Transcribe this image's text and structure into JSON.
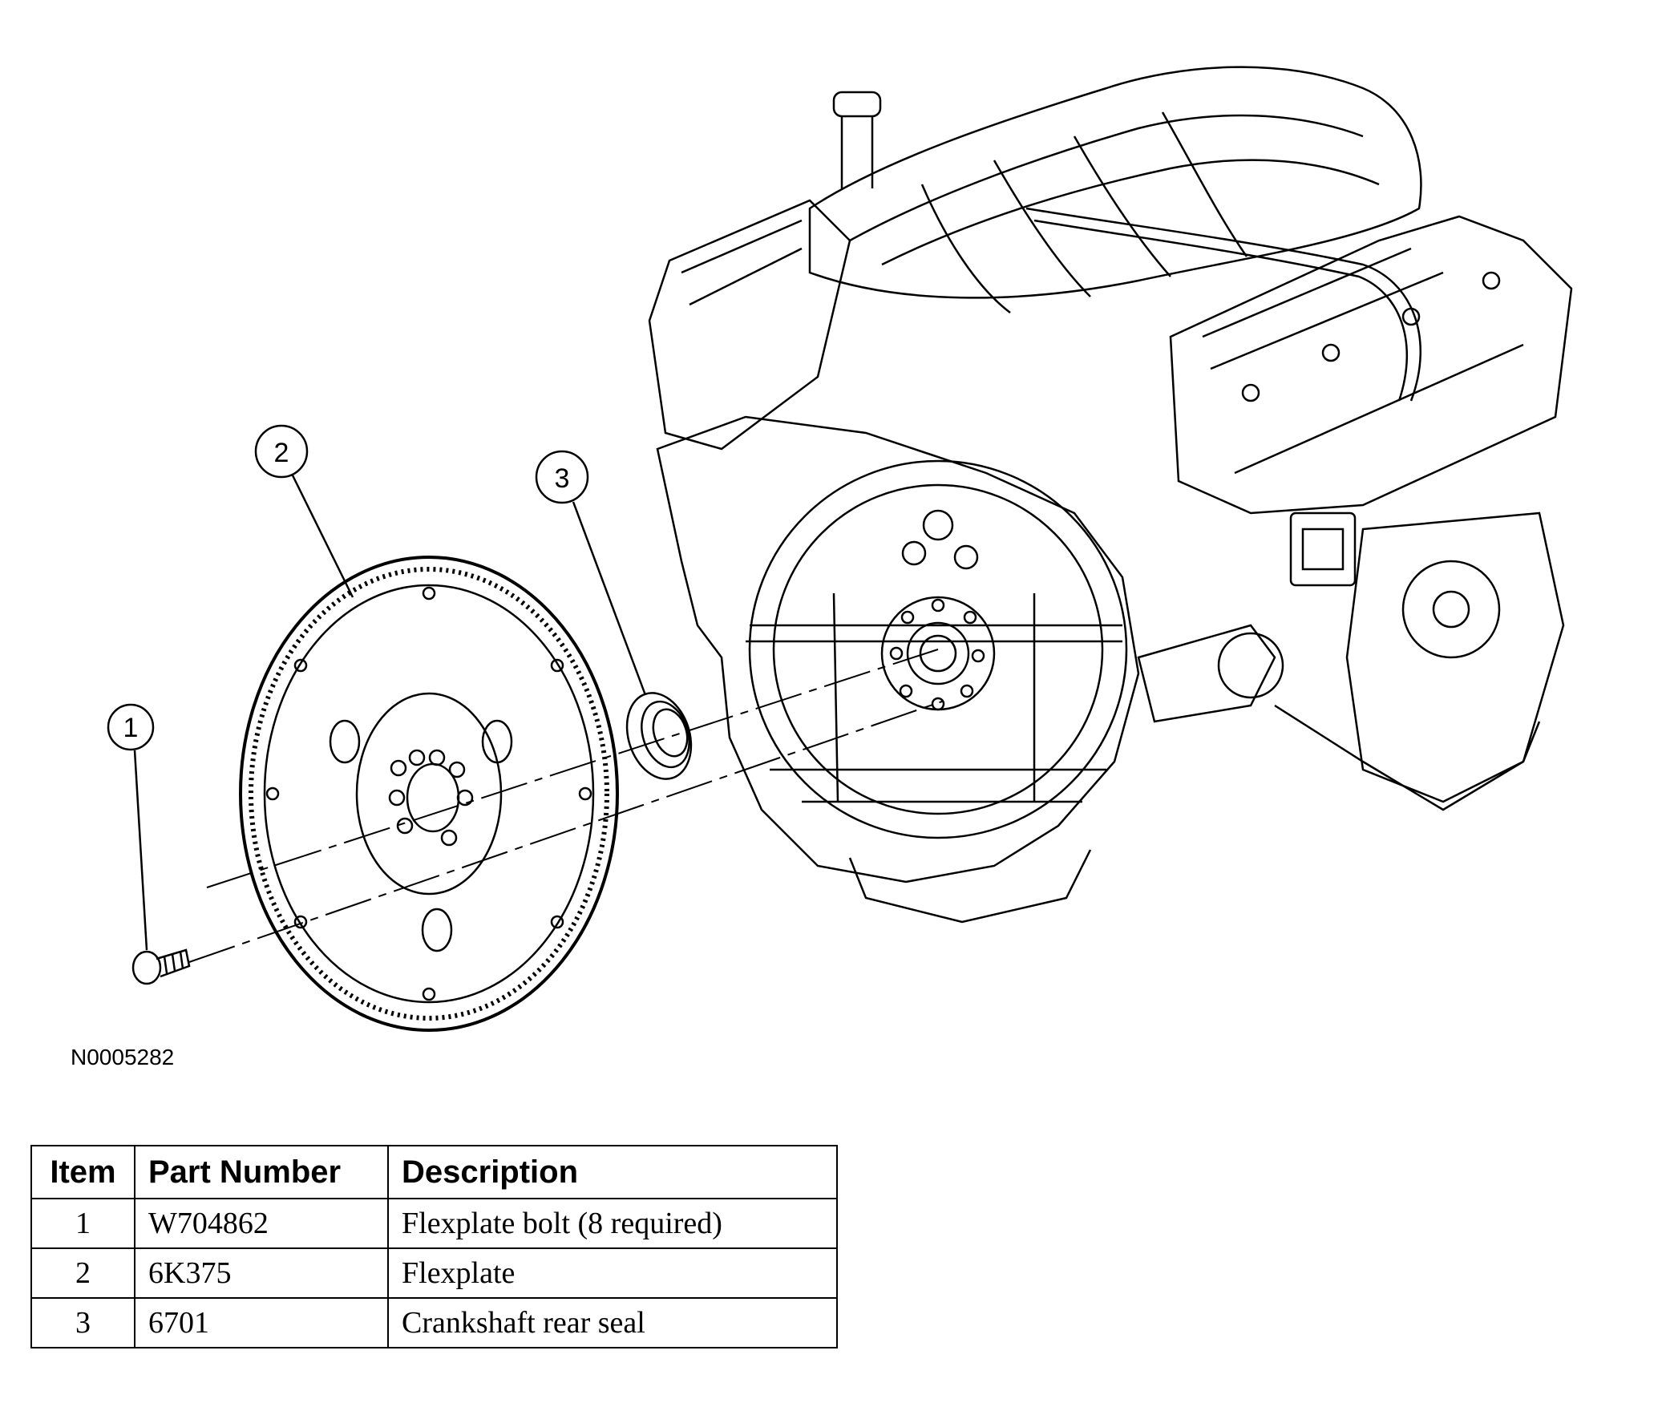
{
  "callouts": [
    {
      "num": "1"
    },
    {
      "num": "2"
    },
    {
      "num": "3"
    }
  ],
  "figure_id": "N0005282",
  "table": {
    "headers": [
      "Item",
      "Part Number",
      "Description"
    ],
    "rows": [
      {
        "item": "1",
        "part_number": "W704862",
        "description": "Flexplate bolt (8 required)"
      },
      {
        "item": "2",
        "part_number": "6K375",
        "description": "Flexplate"
      },
      {
        "item": "3",
        "part_number": "6701",
        "description": "Crankshaft rear seal"
      }
    ]
  }
}
